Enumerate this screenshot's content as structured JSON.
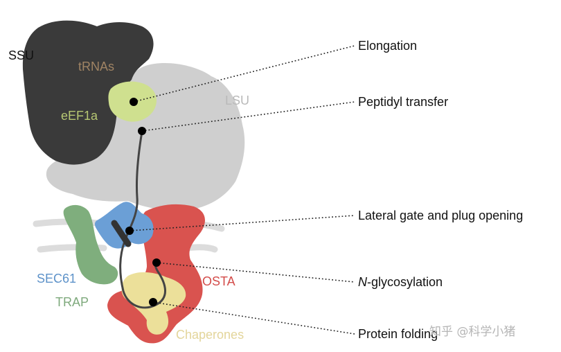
{
  "components": {
    "ssu": {
      "label": "SSU",
      "color": "#111111"
    },
    "trnas": {
      "label": "tRNAs",
      "color": "#a08464"
    },
    "eef1a": {
      "label": "eEF1a",
      "color": "#b7c873"
    },
    "lsu": {
      "label": "LSU",
      "color": "#b9b9b9"
    },
    "sec61": {
      "label": "SEC61",
      "color": "#5d92c9"
    },
    "trap": {
      "label": "TRAP",
      "color": "#7ea97c"
    },
    "osta": {
      "label": "OSTA",
      "color": "#d34b49"
    },
    "chaperones": {
      "label": "Chaperones",
      "color": "#e3d59a"
    }
  },
  "processes": [
    {
      "label": "Elongation"
    },
    {
      "label": "Peptidyl transfer"
    },
    {
      "label": "Lateral gate and plug opening"
    },
    {
      "label_italic": "N",
      "label_rest": "-glycosylation"
    },
    {
      "label": "Protein folding"
    }
  ],
  "watermark": "知乎 @科学小猪",
  "colors": {
    "ssu_fill": "#3a3a3a",
    "lsu_fill": "#cfcfcf",
    "eef1a_fill": "#cfe08f",
    "sec61_fill": "#6b9fd6",
    "trap_fill": "#7fae7d",
    "osta_fill": "#d9534f",
    "chaperone_fill": "#ece09a",
    "membrane": "#dcdcdc",
    "chain": "#444444"
  }
}
